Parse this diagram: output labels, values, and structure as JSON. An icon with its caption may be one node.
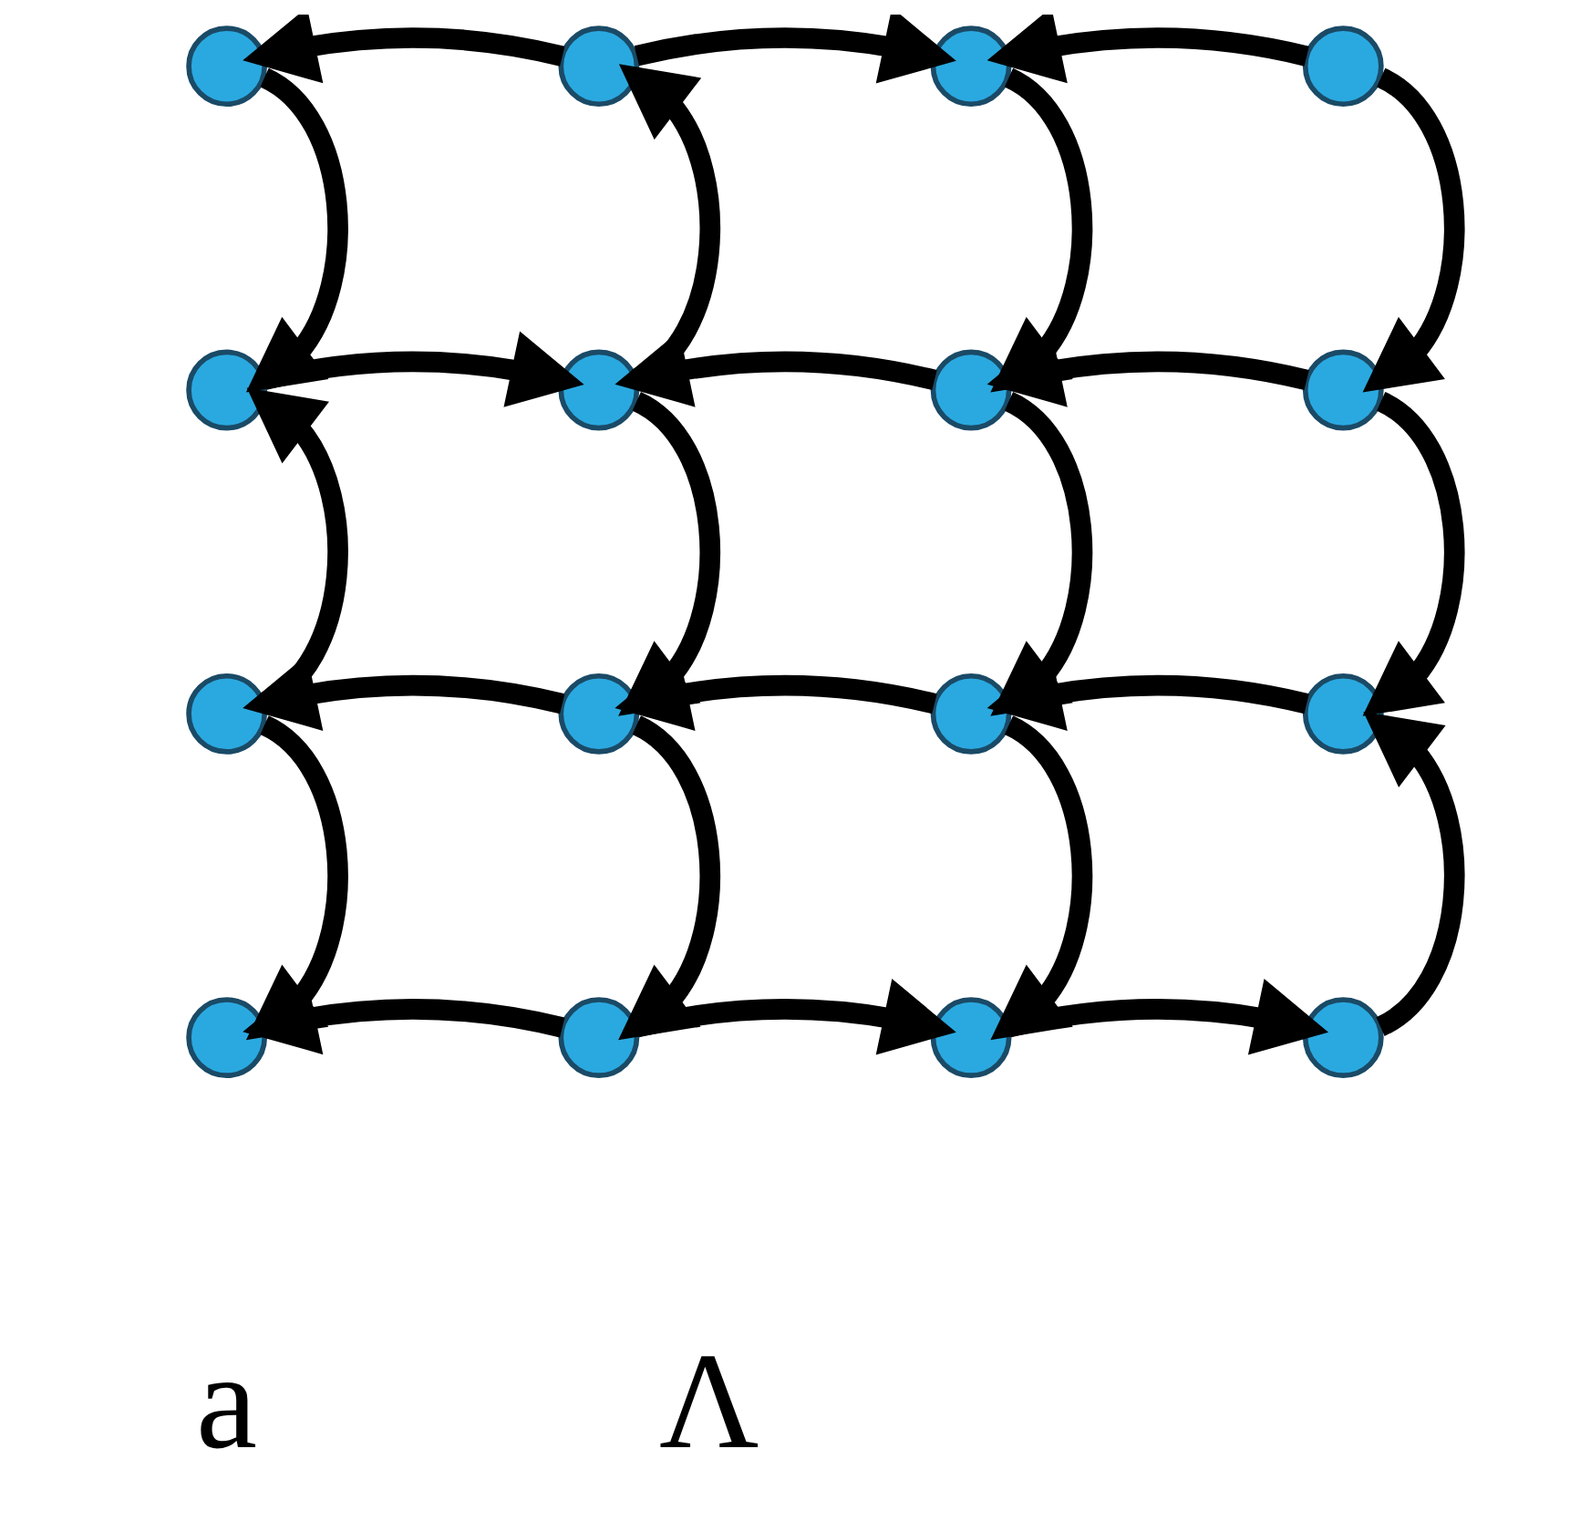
{
  "diagram": {
    "nodes": [
      {
        "text": [],
        "shape": "circle"
      },
      {
        "text": [],
        "shape": "circle"
      },
      {
        "text": [],
        "shape": "circle"
      },
      {
        "text": [],
        "shape": "circle"
      },
      {
        "text": [],
        "shape": "circle"
      },
      {
        "text": [],
        "shape": "circle"
      },
      {
        "text": [],
        "shape": "circle"
      },
      {
        "text": [],
        "shape": "circle"
      },
      {
        "text": [],
        "shape": "circle"
      },
      {
        "text": [],
        "shape": "circle"
      },
      {
        "text": [],
        "shape": "circle"
      },
      {
        "text": [],
        "shape": "circle"
      },
      {
        "text": [],
        "shape": "circle"
      },
      {
        "text": [],
        "shape": "circle"
      },
      {
        "text": [],
        "shape": "circle"
      },
      {
        "text": [],
        "shape": "circle"
      }
    ],
    "edges": [
      {
        "from": 1,
        "to": 0,
        "arrow": "to"
      },
      {
        "from": 1,
        "to": 2,
        "arrow": "to"
      },
      {
        "from": 3,
        "to": 2,
        "arrow": "to"
      },
      {
        "from": 0,
        "to": 4,
        "arrow": "to"
      },
      {
        "from": 5,
        "to": 1,
        "arrow": "to"
      },
      {
        "from": 2,
        "to": 6,
        "arrow": "to"
      },
      {
        "from": 3,
        "to": 7,
        "arrow": "to"
      },
      {
        "from": 4,
        "to": 5,
        "arrow": "to"
      },
      {
        "from": 6,
        "to": 5,
        "arrow": "to"
      },
      {
        "from": 7,
        "to": 6,
        "arrow": "to"
      },
      {
        "from": 8,
        "to": 4,
        "arrow": "to"
      },
      {
        "from": 5,
        "to": 9,
        "arrow": "to"
      },
      {
        "from": 6,
        "to": 10,
        "arrow": "to"
      },
      {
        "from": 7,
        "to": 11,
        "arrow": "to"
      },
      {
        "from": 9,
        "to": 8,
        "arrow": "to"
      },
      {
        "from": 10,
        "to": 9,
        "arrow": "to"
      },
      {
        "from": 11,
        "to": 10,
        "arrow": "to"
      },
      {
        "from": 8,
        "to": 12,
        "arrow": "to"
      },
      {
        "from": 9,
        "to": 13,
        "arrow": "to"
      },
      {
        "from": 10,
        "to": 14,
        "arrow": "to"
      },
      {
        "from": 15,
        "to": 11,
        "arrow": "to"
      },
      {
        "from": 13,
        "to": 12,
        "arrow": "to"
      },
      {
        "from": 13,
        "to": 14,
        "arrow": "to"
      },
      {
        "from": 14,
        "to": 15,
        "arrow": "to"
      }
    ],
    "labels": [
      "a",
      "Λ"
    ]
  }
}
